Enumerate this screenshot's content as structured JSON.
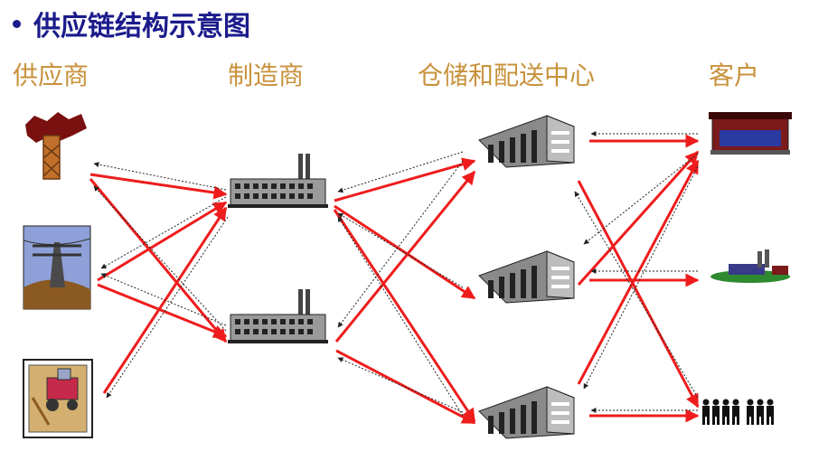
{
  "title": "供应链结构示意图",
  "columns": {
    "suppliers": "供应商",
    "manufacturers": "制造商",
    "distribution": "仓储和配送中心",
    "customers": "客户"
  },
  "colors": {
    "title": "#1b1b8c",
    "column_label": "#c8923c",
    "material_flow": "#ee1c1c",
    "info_flow": "#222222"
  },
  "nodes": {
    "suppliers": [
      "oil-derrick-icon",
      "power-tower-icon",
      "harvester-icon"
    ],
    "manufacturers": [
      "factory-icon",
      "factory-icon"
    ],
    "distribution": [
      "warehouse-icon",
      "warehouse-icon",
      "warehouse-icon"
    ],
    "customers": [
      "store-icon",
      "plant-icon",
      "people-icon"
    ]
  }
}
